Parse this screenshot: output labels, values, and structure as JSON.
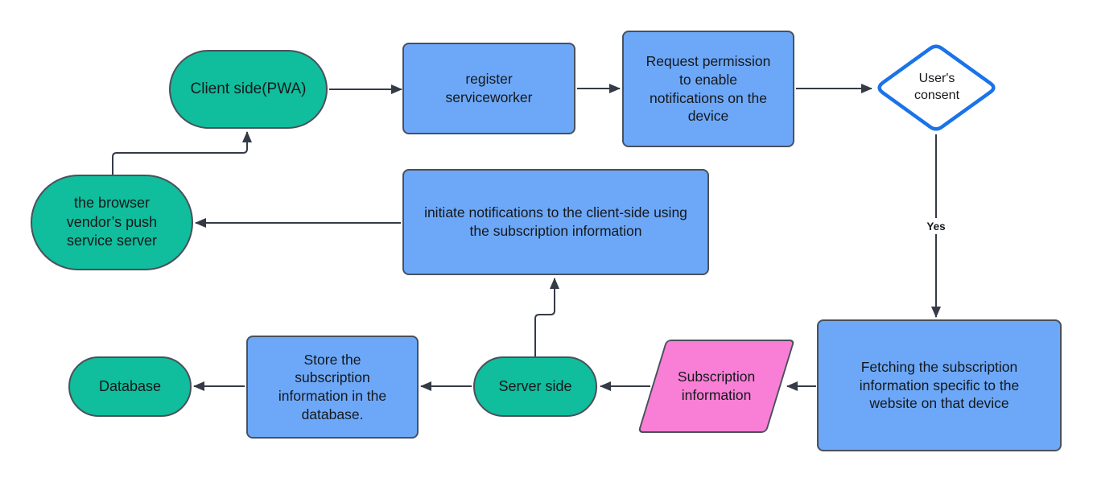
{
  "colors": {
    "background": "#FFFFFF",
    "terminator_fill": "#10BD9C",
    "process_fill": "#6DA8F8",
    "data_fill": "#F97FD6",
    "decision_fill": "#FFFFFF",
    "decision_border": "#1A73E8",
    "shape_stroke": "#4A505B",
    "connector": "#343B47",
    "text": "#15181C"
  },
  "nodes": {
    "client": {
      "shape": "terminator",
      "label": "Client side(PWA)"
    },
    "register": {
      "shape": "process",
      "label": "register serviceworker"
    },
    "request_permission": {
      "shape": "process",
      "label": "Request permission to enable notifications on the device"
    },
    "users_consent": {
      "shape": "decision",
      "label": "User's consent"
    },
    "fetching": {
      "shape": "process",
      "label": "Fetching the subscription information specific to the website on that device"
    },
    "subscription_info": {
      "shape": "data",
      "label": "Subscription information"
    },
    "server": {
      "shape": "terminator",
      "label": "Server side"
    },
    "store": {
      "shape": "process",
      "label": "Store the subscription information in the database."
    },
    "database": {
      "shape": "terminator",
      "label": "Database"
    },
    "initiate": {
      "shape": "process",
      "label": "initiate notifications to the client-side using the subscription information"
    },
    "push_service": {
      "shape": "terminator",
      "label": "the browser vendor’s push service server"
    }
  },
  "edges": {
    "yes_label": "Yes",
    "connections": [
      {
        "from": "client",
        "to": "register"
      },
      {
        "from": "register",
        "to": "request_permission"
      },
      {
        "from": "request_permission",
        "to": "users_consent"
      },
      {
        "from": "users_consent",
        "to": "fetching",
        "label": "Yes"
      },
      {
        "from": "fetching",
        "to": "subscription_info"
      },
      {
        "from": "subscription_info",
        "to": "server"
      },
      {
        "from": "server",
        "to": "store"
      },
      {
        "from": "store",
        "to": "database"
      },
      {
        "from": "server",
        "to": "initiate"
      },
      {
        "from": "initiate",
        "to": "push_service"
      },
      {
        "from": "push_service",
        "to": "client"
      }
    ]
  }
}
